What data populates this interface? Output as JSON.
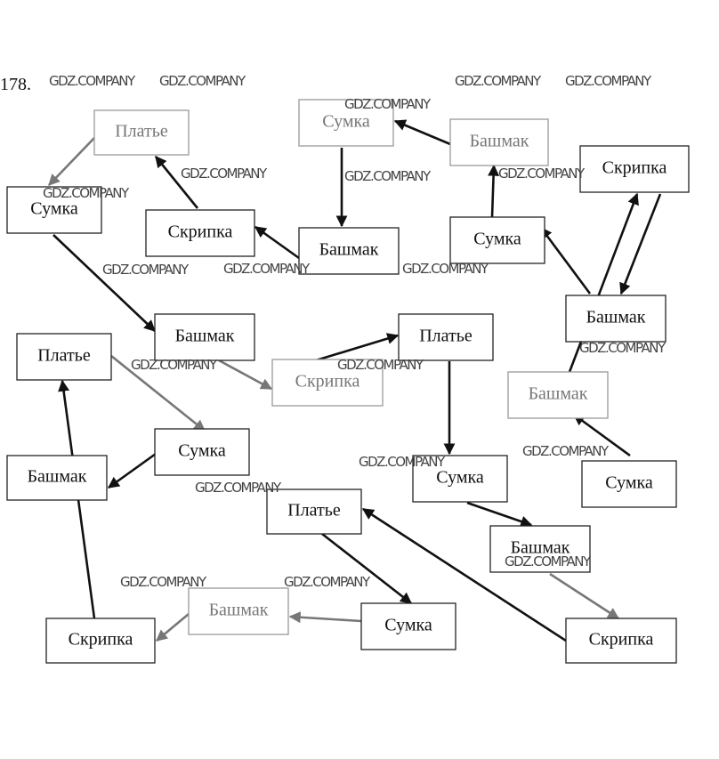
{
  "problem_number": "178.",
  "watermark": "GDZ.COMPANY",
  "nodes": [
    "Платье",
    "Сумка",
    "Башмак",
    "Скрипка",
    "Сумка",
    "Скрипка",
    "Башмак",
    "Сумка",
    "Башмак",
    "Башмак",
    "Платье",
    "Платье",
    "Скрипка",
    "Башмак",
    "Сумка",
    "Башмак",
    "Сумка",
    "Сумка",
    "Платье",
    "Башмак",
    "Башмак",
    "Сумка",
    "Скрипка",
    "Скрипка"
  ]
}
